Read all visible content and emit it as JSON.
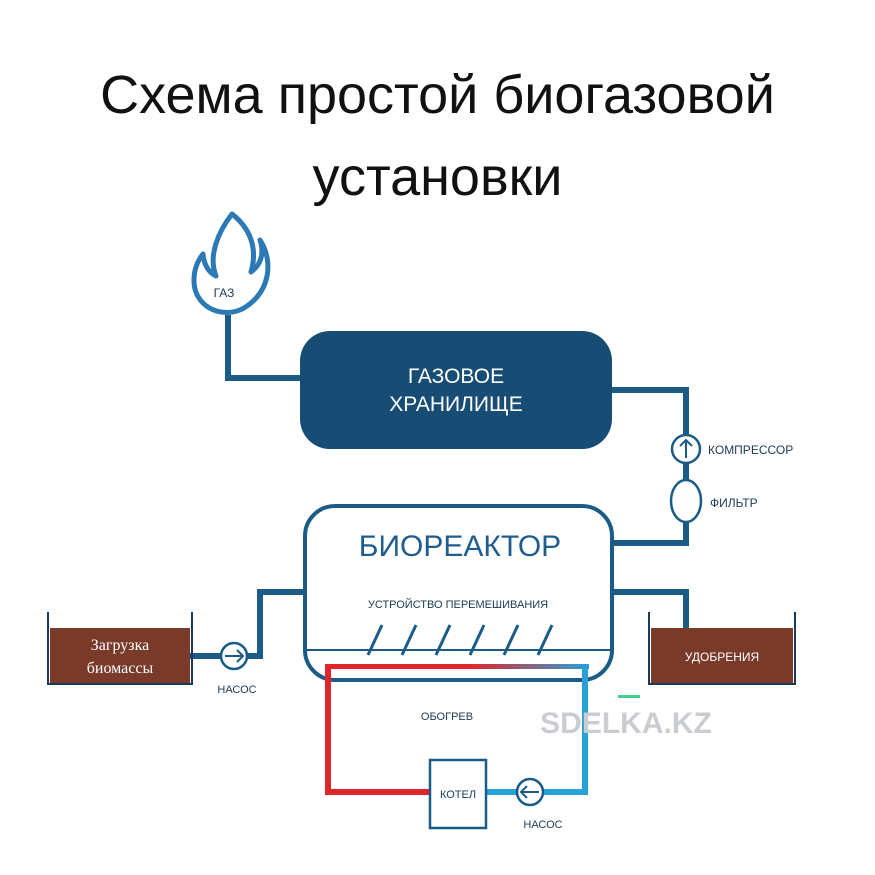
{
  "title": {
    "line1": "Схема простой биогазовой",
    "line2": "установки"
  },
  "labels": {
    "gas": "ГАЗ",
    "storage_line1": "ГАЗОВОЕ",
    "storage_line2": "ХРАНИЛИЩЕ",
    "compressor": "КОМПРЕССОР",
    "filter": "ФИЛЬТР",
    "bioreactor": "БИОРЕАКТОР",
    "mixer": "УСТРОЙСТВО ПЕРЕМЕШИВАНИЯ",
    "loading_line1": "Загрузка",
    "loading_line2": "биомассы",
    "pump_left": "НАСОС",
    "fertilizer": "УДОБРЕНИЯ",
    "heating": "ОБОГРЕВ",
    "boiler": "КОТЕЛ",
    "pump_bottom": "НАСОС",
    "watermark": "SDELKA.KZ"
  },
  "colors": {
    "pipe": "#1a5c85",
    "tank": "#174d74",
    "accent_blue": "#2b79b5",
    "hot": "#e0262b",
    "cold": "#2aa0d8",
    "biomass": "#7a3a2a",
    "watermark": "#c9ccd0",
    "watermark_accent": "#3ecf8e"
  },
  "icons": {
    "gas": "flame-icon",
    "compressor": "arrow-up-icon",
    "pump_left": "arrow-right-icon",
    "pump_bottom": "arrow-left-icon"
  }
}
